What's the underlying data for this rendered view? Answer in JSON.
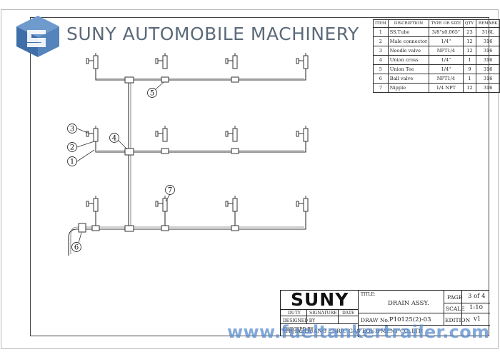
{
  "brand": {
    "name": "SUNY AUTOMOBILE MACHINERY",
    "logo_icon": "cube-logo-icon",
    "logo_color": "#4f7fb8"
  },
  "bom": {
    "headers": [
      "ITEM",
      "DISCRIPTION",
      "TYPE OR SIZE",
      "QTY.",
      "REMARK"
    ],
    "rows": [
      {
        "item": "1",
        "desc": "SS.Tube",
        "size": "3/8\"x0.065\"",
        "qty": "23",
        "remark": "316L"
      },
      {
        "item": "2",
        "desc": "Male connector",
        "size": "1/4\"",
        "qty": "12",
        "remark": "316"
      },
      {
        "item": "3",
        "desc": "Needle valve",
        "size": "NPT1/4",
        "qty": "12",
        "remark": "316"
      },
      {
        "item": "4",
        "desc": "Union cross",
        "size": "1/4\"",
        "qty": "1",
        "remark": "316"
      },
      {
        "item": "5",
        "desc": "Union Tee",
        "size": "1/4\"",
        "qty": "9",
        "remark": "316"
      },
      {
        "item": "6",
        "desc": "Ball valve",
        "size": "NPT1/4",
        "qty": "1",
        "remark": "316"
      },
      {
        "item": "7",
        "desc": "Nipple",
        "size": "1/4 NPT",
        "qty": "12",
        "remark": "316"
      }
    ]
  },
  "callouts": [
    {
      "num": "1"
    },
    {
      "num": "2"
    },
    {
      "num": "3"
    },
    {
      "num": "4"
    },
    {
      "num": "5"
    },
    {
      "num": "6"
    },
    {
      "num": "7"
    }
  ],
  "title_block": {
    "logo_text": "SUNY",
    "title_label": "TITLE:",
    "title_value": "DRAIN ASSY.",
    "page_label": "PAGE",
    "page_value": "3 of 4",
    "scale_label": "SCALE",
    "scale_value": "1:10",
    "edition_label": "EDITION",
    "edition_value": "v1",
    "draw_label": "DRAW No.",
    "draw_value": "P10125(2)-03",
    "duty_label": "DUTY",
    "signature_label": "SIGNATURE",
    "date_label": "DATE",
    "designed_label": "DESIGNED BY",
    "checked_label": "CHECKED BY",
    "company": "SHIJIAZHUANG ENRIC GAS EQUIPMENT CO.,LTD"
  },
  "watermark": "www.fueltankertrailer.com",
  "colors": {
    "line": "#333333",
    "watermark": "#5a8ccd"
  }
}
